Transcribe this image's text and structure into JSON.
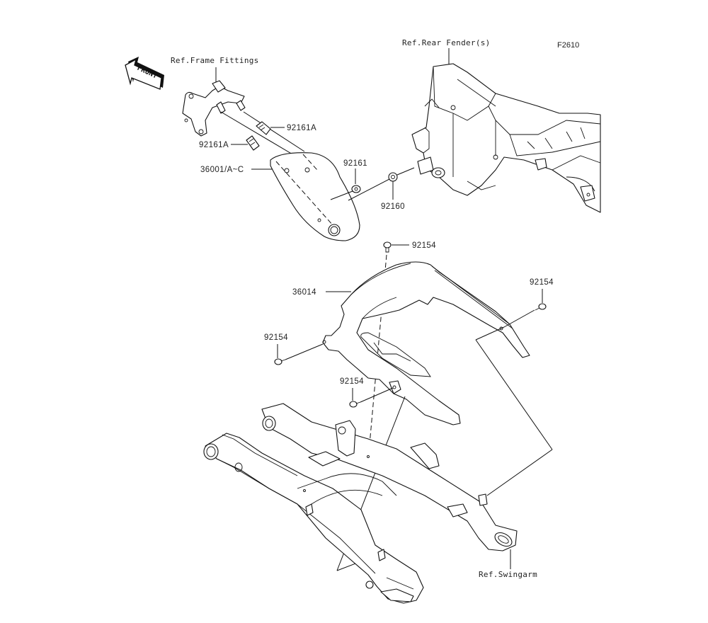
{
  "figure_id": "F2610",
  "direction_badge": "FRONT",
  "references": {
    "frame_fittings": "Ref.Frame Fittings",
    "rear_fenders": "Ref.Rear Fender(s)",
    "swingarm": "Ref.Swingarm"
  },
  "callouts": {
    "clip_upper": "92161A",
    "clip_lower": "92161A",
    "side_cover": "36001/A~C",
    "grommet": "92161",
    "damper": "92160",
    "screw_top": "92154",
    "fender_rear": "36014",
    "screw_right": "92154",
    "screw_left": "92154",
    "screw_mid": "92154"
  }
}
